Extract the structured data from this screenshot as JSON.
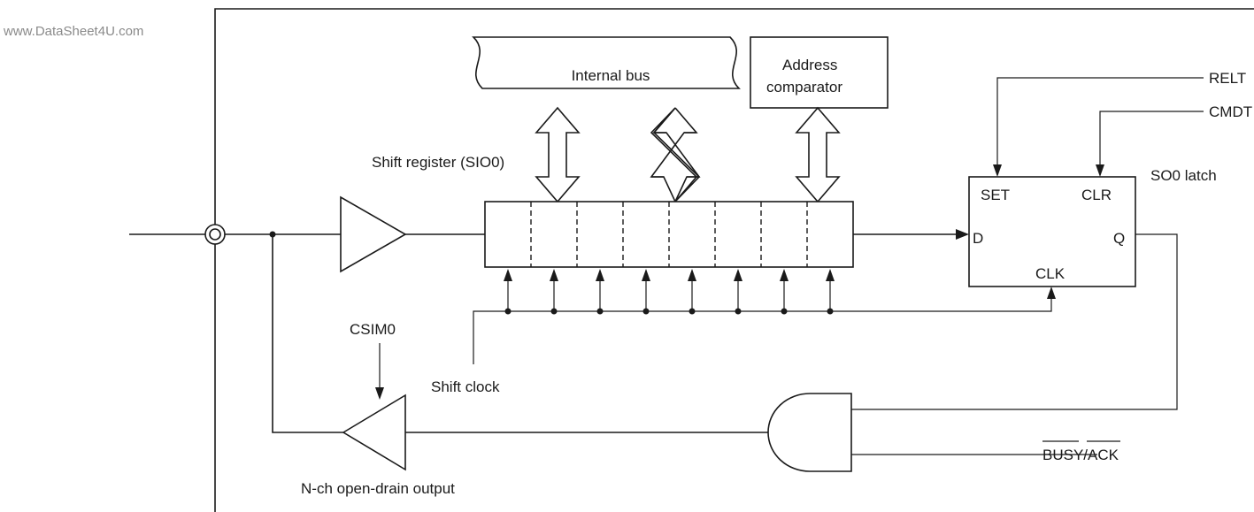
{
  "watermark": "www.DataSheet4U.com",
  "labels": {
    "internal_bus": "Internal bus",
    "address_comparator_line1": "Address",
    "address_comparator_line2": "comparator",
    "shift_register": "Shift register (SIO0)",
    "relt": "RELT",
    "cmdt": "CMDT",
    "so0_latch": "SO0 latch",
    "set": "SET",
    "clr": "CLR",
    "d": "D",
    "q": "Q",
    "clk": "CLK",
    "csim0": "CSIM0",
    "shift_clock": "Shift clock",
    "busy_ack": "BUSY/ACK",
    "nch_output": "N-ch open-drain output"
  }
}
